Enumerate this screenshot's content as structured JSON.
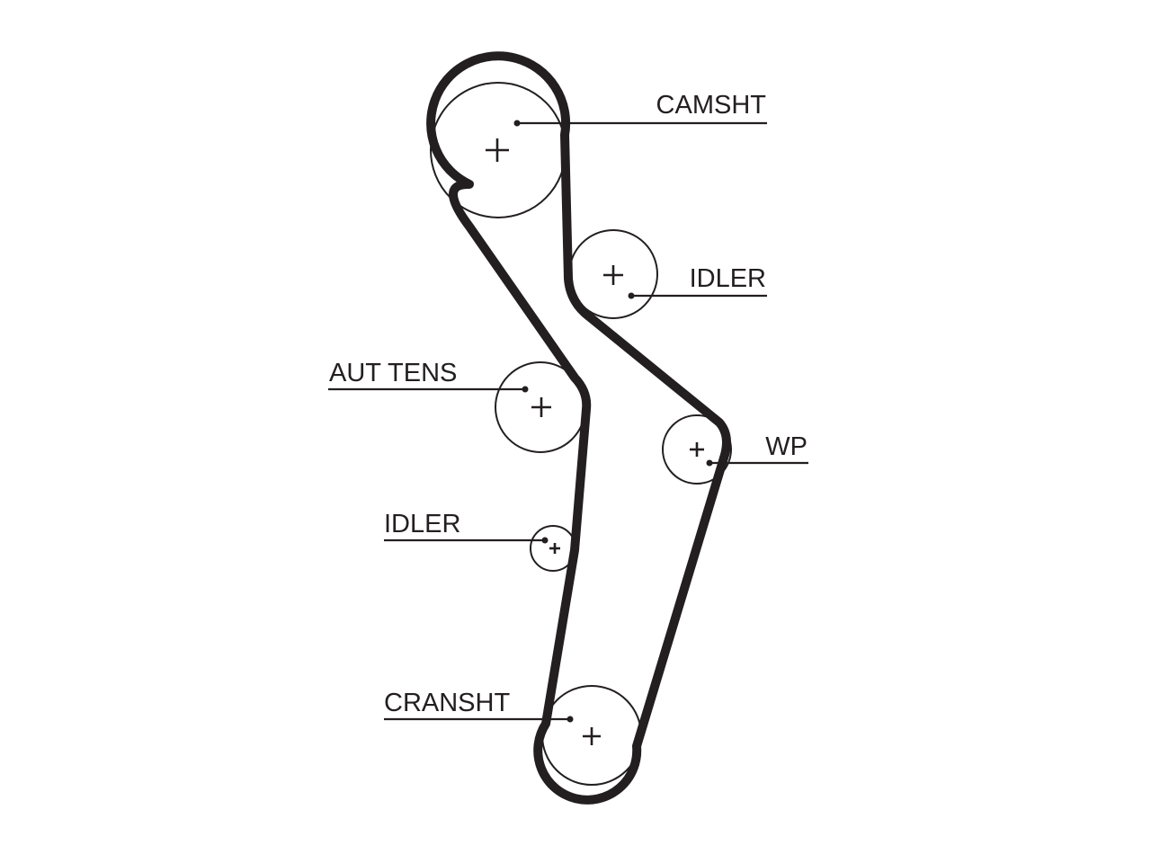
{
  "labels": {
    "camshaft": "CAMSHT",
    "idler_upper": "IDLER",
    "auto_tensioner": "AUT TENS",
    "water_pump": "WP",
    "idler_lower": "IDLER",
    "crankshaft": "CRANSHT"
  }
}
